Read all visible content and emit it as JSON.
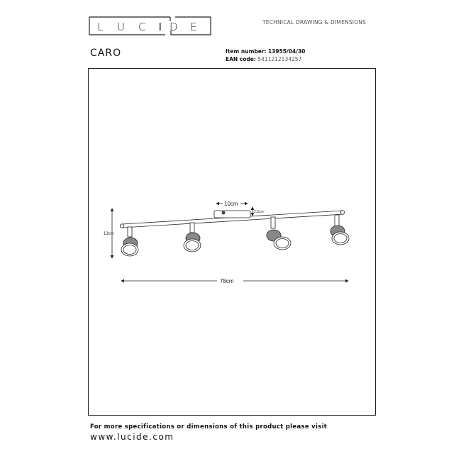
{
  "brand": {
    "logo_text": "LUCIDE"
  },
  "header": {
    "doc_type": "TECHNICAL DRAWING & DIMENSIONS",
    "product_name": "CARO",
    "item_number_label": "Item number:",
    "item_number": "13955/04/30",
    "ean_label": "EAN code:",
    "ean": "5411212134257"
  },
  "drawing": {
    "dim_width": "10cm",
    "dim_depth": "2.5cm",
    "dim_height": "13cm",
    "dim_length": "78cm"
  },
  "footer": {
    "note": "For more specifications or dimensions of this product please visit",
    "url": "www.lucide.com"
  }
}
